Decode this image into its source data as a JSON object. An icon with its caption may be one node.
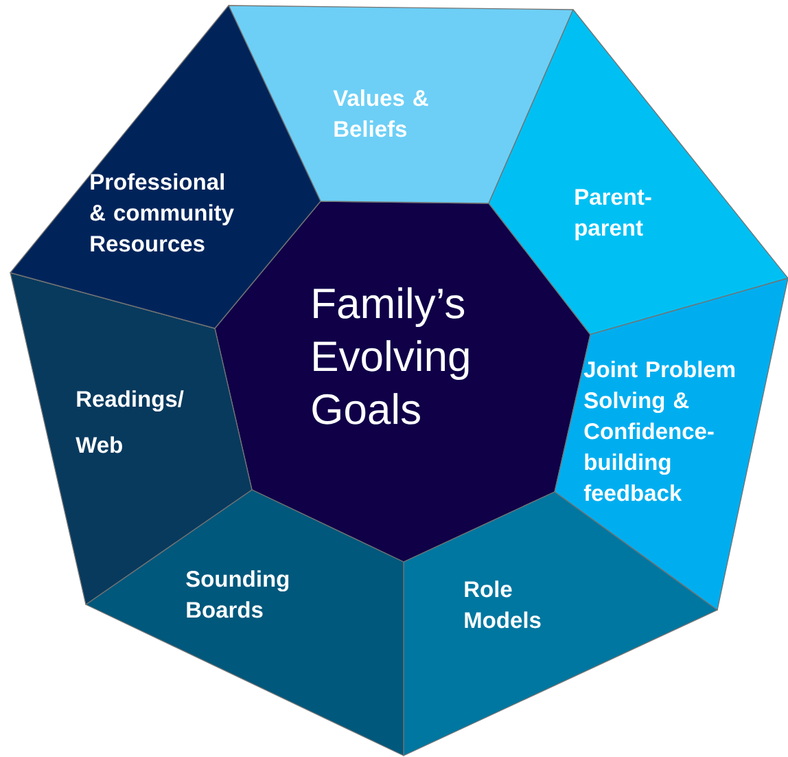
{
  "diagram": {
    "nodes": [
      {
        "text": [
          "Family’s Evolving Goals"
        ]
      },
      {
        "text": [
          "Values & Beliefs"
        ]
      },
      {
        "text": [
          "Parent-parent"
        ]
      },
      {
        "text": [
          "Joint Problem Solving & Confidence-building feedback"
        ]
      },
      {
        "text": [
          "Role Models"
        ]
      },
      {
        "text": [
          "Sounding Boards"
        ]
      },
      {
        "text": [
          "Readings/ Web"
        ]
      },
      {
        "text": [
          "Professional & community Resources"
        ]
      }
    ]
  }
}
